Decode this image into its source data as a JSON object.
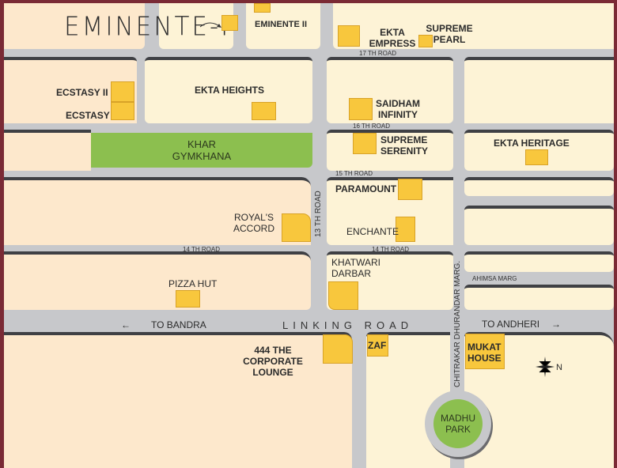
{
  "title": "EMINENTE-I",
  "roads": {
    "r17": "17 TH ROAD",
    "r16": "16 TH ROAD",
    "r15": "15 TH ROAD",
    "r14a": "14 TH ROAD",
    "r14b": "14 TH ROAD",
    "r13": "13 TH ROAD",
    "ahimsa": "AHIMSA MARG",
    "chitrakar": "CHITRAKAR DHURANDAR MARG.",
    "linking": "LINKING ROAD",
    "to_bandra": "TO BANDRA",
    "to_andheri": "TO ANDHERI",
    "arrow_left": "←",
    "arrow_right": "→"
  },
  "parks": {
    "khar": "KHAR GYMKHANA",
    "madhu": "MADHU PARK"
  },
  "landmarks": {
    "eminente2": "EMINENTE II",
    "ekta_empress": "EKTA EMPRESS",
    "supreme_pearl": "SUPREME PEARL",
    "ecstasy2": "ECSTASY II",
    "ecstasy": "ECSTASY",
    "ekta_heights": "EKTA HEIGHTS",
    "saidham": "SAIDHAM INFINITY",
    "supreme_serenity": "SUPREME SERENITY",
    "ekta_heritage": "EKTA HERITAGE",
    "paramount": "PARAMOUNT",
    "royals_accord": "ROYAL'S ACCORD",
    "enchante": "ENCHANTE",
    "khatwari": "KHATWARI DARBAR",
    "pizza_hut": "PIZZA HUT",
    "corporate_lounge": "444 THE CORPORATE LOUNGE",
    "zaf": "ZAF",
    "mukat": "MUKAT HOUSE"
  },
  "compass": {
    "label": "N"
  },
  "colors": {
    "border": "#7a2a35",
    "road": "#c7c8cb",
    "block": "#fdf3d6",
    "building": "#f8c73d",
    "park": "#8cbf4f"
  }
}
